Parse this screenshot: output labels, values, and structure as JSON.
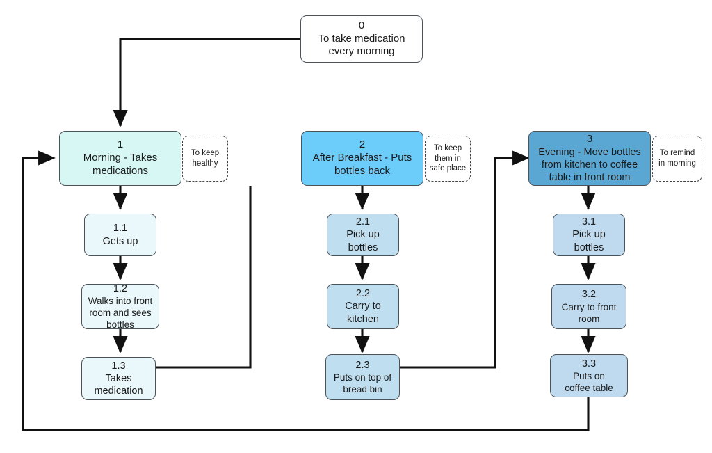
{
  "diagram": {
    "title": "Medication routine flowchart",
    "colors": {
      "stroke": "#4b5358",
      "edge": "#111111",
      "node0_fill": "#ffffff",
      "node1_fill": "#d7f7f4",
      "node1_sub_fill": "#eaf7fb",
      "node2_fill": "#6ccdfa",
      "node2_sub_fill": "#bfdef0",
      "node3_fill": "#5ba7d4",
      "node3_sub_fill": "#bfdaee",
      "note_fill": "#ffffff",
      "text": "#1b1b1b"
    },
    "nodes": [
      {
        "key": "n0",
        "id": "0",
        "label": "To take medication\nevery morning"
      },
      {
        "key": "n1",
        "id": "1",
        "label": "Morning - Takes\nmedications"
      },
      {
        "key": "n11",
        "id": "1.1",
        "label": "Gets up"
      },
      {
        "key": "n12",
        "id": "1.2",
        "label": "Walks into front\nroom and sees\nbottles"
      },
      {
        "key": "n13",
        "id": "1.3",
        "label": "Takes\nmedication"
      },
      {
        "key": "n2",
        "id": "2",
        "label": "After Breakfast - Puts\nbottles back"
      },
      {
        "key": "n21",
        "id": "2.1",
        "label": "Pick up\nbottles"
      },
      {
        "key": "n22",
        "id": "2.2",
        "label": "Carry to\nkitchen"
      },
      {
        "key": "n23",
        "id": "2.3",
        "label": "Puts on top of\nbread bin"
      },
      {
        "key": "n3",
        "id": "3",
        "label": "Evening - Move bottles\nfrom kitchen to coffee\ntable in front room"
      },
      {
        "key": "n31",
        "id": "3.1",
        "label": "Pick up\nbottles"
      },
      {
        "key": "n32",
        "id": "3.2",
        "label": "Carry to front\nroom"
      },
      {
        "key": "n33",
        "id": "3.3",
        "label": "Puts on\ncoffee table"
      }
    ],
    "notes": [
      {
        "key": "note1",
        "text": "To keep\nhealthy"
      },
      {
        "key": "note2",
        "text": "To keep\nthem in\nsafe place"
      },
      {
        "key": "note3",
        "text": "To remind\nin morning"
      }
    ]
  }
}
